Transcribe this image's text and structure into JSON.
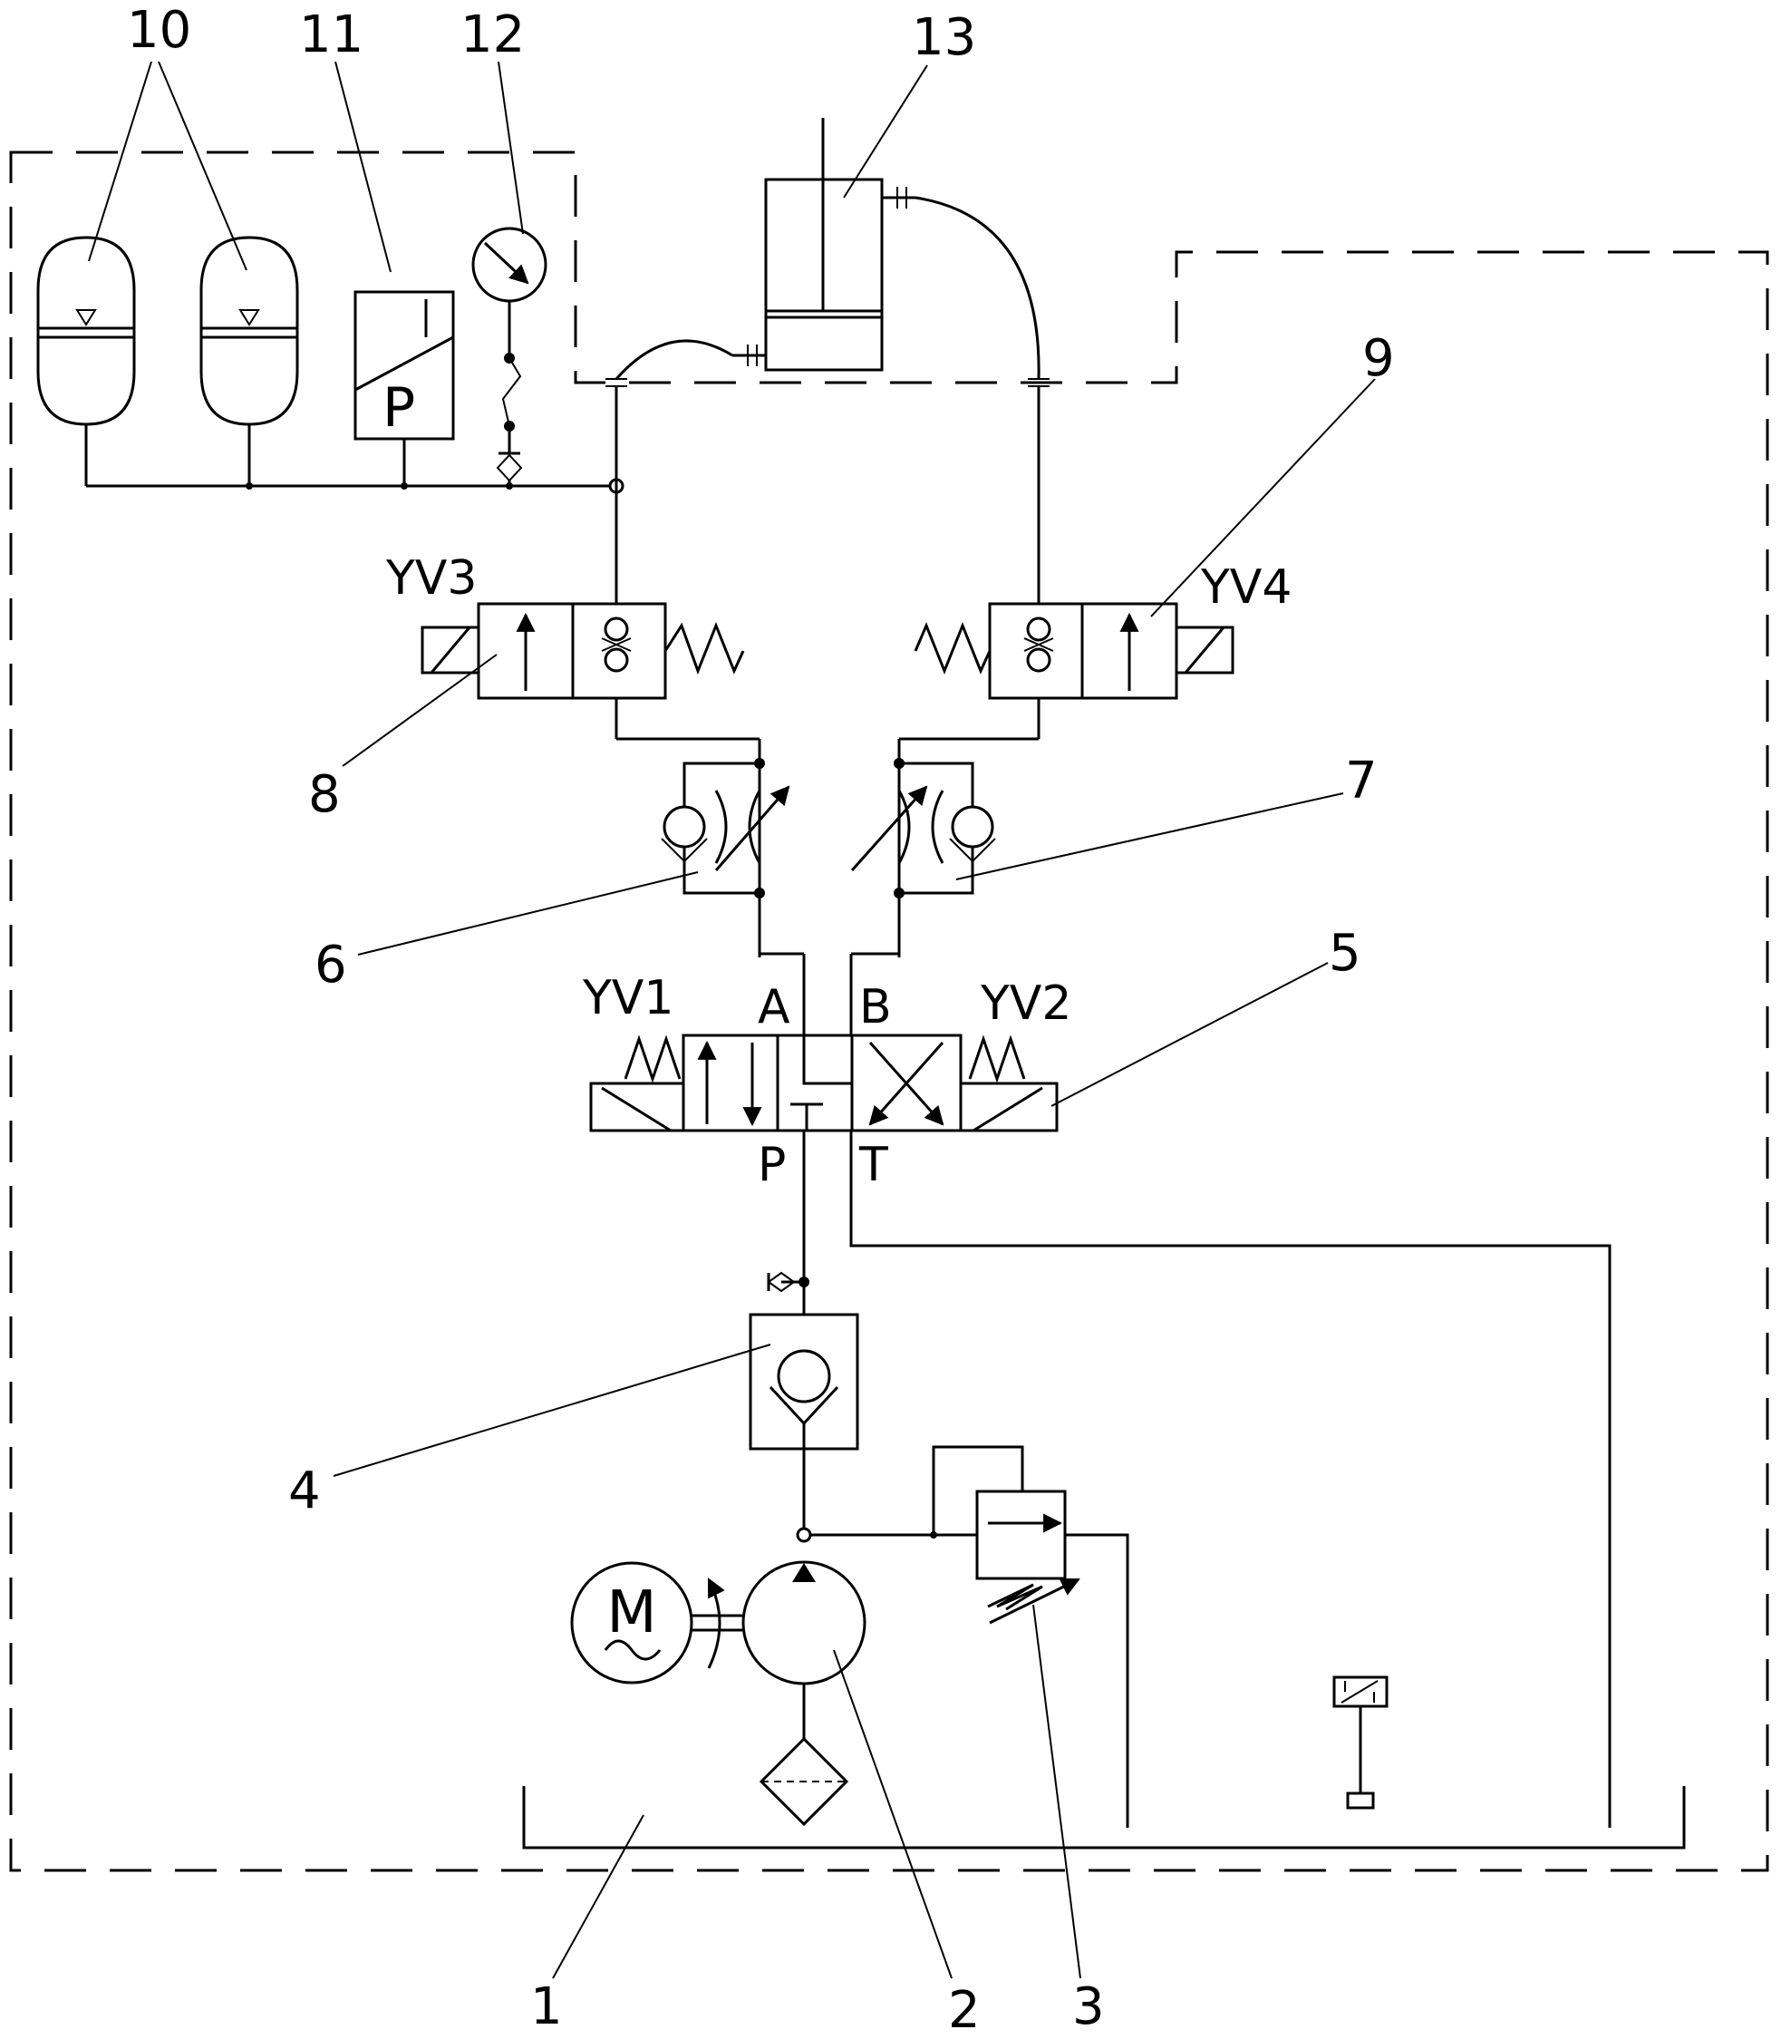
{
  "labels": {
    "n1": "1",
    "n2": "2",
    "n3": "3",
    "n4": "4",
    "n5": "5",
    "n6": "6",
    "n7": "7",
    "n8": "8",
    "n9": "9",
    "n10": "10",
    "n11": "11",
    "n12": "12",
    "n13": "13"
  },
  "ports": {
    "a": "A",
    "b": "B",
    "p": "P",
    "t": "T"
  },
  "solenoids": {
    "yv1": "YV1",
    "yv2": "YV2",
    "yv3": "YV3",
    "yv4": "YV4"
  },
  "symbols": {
    "motor": "M",
    "pressure_switch": "P"
  },
  "icons": {
    "motor": "motor-icon",
    "pump": "pump-icon",
    "filter": "filter-icon",
    "relief_valve": "relief-valve-icon",
    "check_valve": "check-valve-icon",
    "directional_valve": "directional-valve-icon",
    "throttle_check_valve": "throttle-check-valve-icon",
    "solenoid_valve": "solenoid-valve-icon",
    "accumulator": "accumulator-icon",
    "pressure_switch": "pressure-switch-icon",
    "pressure_gauge": "pressure-gauge-icon",
    "cylinder": "cylinder-icon",
    "level_gauge": "level-gauge-icon"
  }
}
